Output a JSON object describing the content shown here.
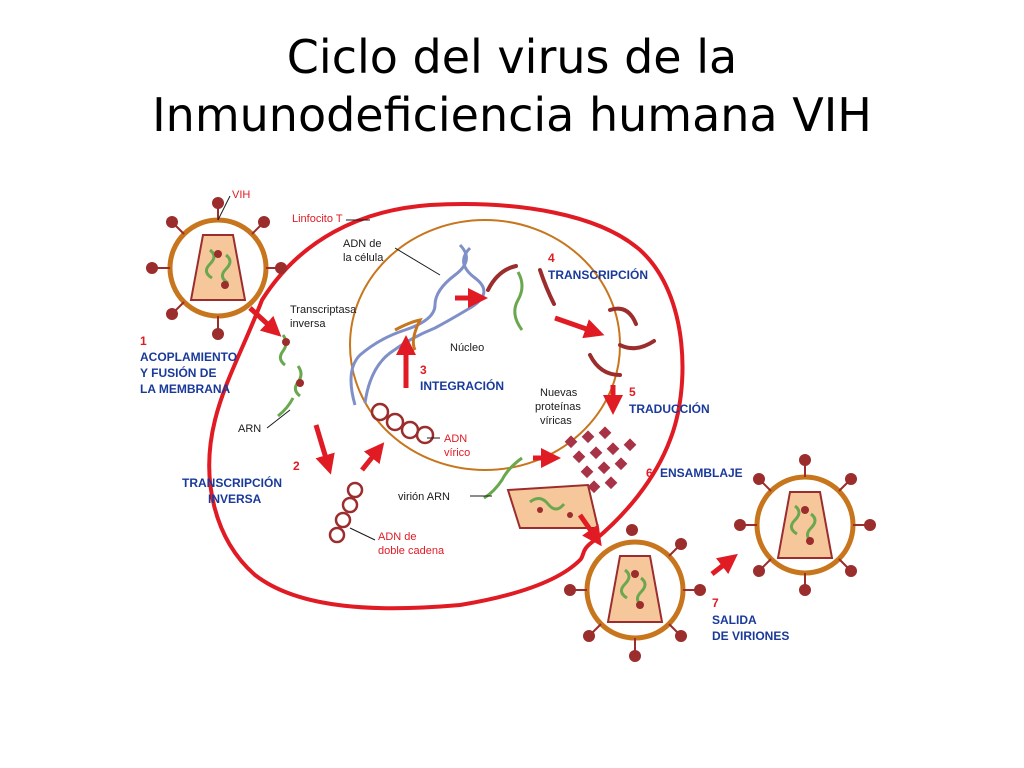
{
  "title": {
    "line1": "Ciclo del virus de la",
    "line2": "Inmunodeficiencia humana VIH"
  },
  "labels": {
    "vih": "VIH",
    "linfocito": "Linfocito T",
    "adn_celula_1": "ADN de",
    "adn_celula_2": "la célula",
    "transcriptasa_1": "Transcriptasa",
    "transcriptasa_2": "inversa",
    "nucleo": "Núcleo",
    "arn": "ARN",
    "adn_virico_1": "ADN",
    "adn_virico_2": "vírico",
    "nuevas_1": "Nuevas",
    "nuevas_2": "proteínas",
    "nuevas_3": "víricas",
    "virion_arn": "virión ARN",
    "adn_doble_1": "ADN de",
    "adn_doble_2": "doble cadena"
  },
  "steps": [
    {
      "number": "1",
      "lines": [
        "ACOPLAMIENTO",
        "Y FUSIÓN DE",
        "LA MEMBRANA"
      ]
    },
    {
      "number": "2",
      "lines": [
        "TRANSCRIPCIÓN",
        "INVERSA"
      ]
    },
    {
      "number": "3",
      "lines": [
        "INTEGRACIÓN"
      ]
    },
    {
      "number": "4",
      "lines": [
        "TRANSCRIPCIÓN"
      ]
    },
    {
      "number": "5",
      "lines": [
        "TRADUCCIÓN"
      ]
    },
    {
      "number": "6",
      "lines": [
        "ENSAMBLAJE"
      ]
    },
    {
      "number": "7",
      "lines": [
        "SALIDA",
        "DE VIRIONES"
      ]
    }
  ],
  "colors": {
    "cell_membrane": "#e01b24",
    "virus_shell": "#c8761e",
    "capsid_fill": "#f6c79a",
    "spike": "#9b2d2d",
    "arrow": "#e01b24",
    "rna_green": "#6aa84f",
    "dna_blue": "#7f8fc8",
    "protein": "#a83246",
    "label_blue": "#1a3a9a"
  }
}
